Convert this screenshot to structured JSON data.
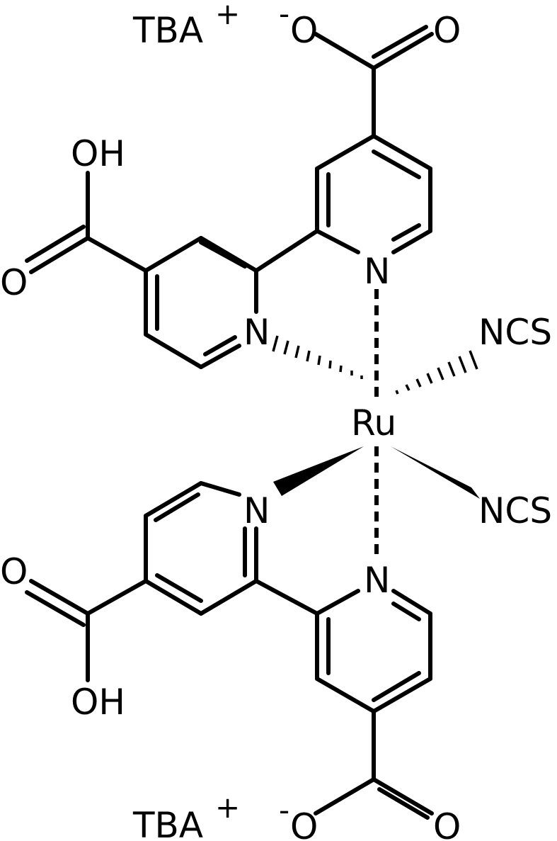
{
  "metal": "Ru",
  "counterions": {
    "top": {
      "cation": "TBA",
      "cation_charge": "+",
      "anion_charge": "-",
      "anion_atom": "O",
      "carbonyl_atom": "O"
    },
    "bottom": {
      "cation": "TBA",
      "cation_charge": "+",
      "anion_charge": "-",
      "anion_atom": "O",
      "carbonyl_atom": "O"
    }
  },
  "ligands": {
    "upper_bipyridine": {
      "n_left": "N",
      "n_right": "N",
      "acid_oh": "OH",
      "acid_o": "O"
    },
    "lower_bipyridine": {
      "n_left": "N",
      "n_right": "N",
      "acid_oh": "OH",
      "acid_o": "O"
    },
    "thiocyanate_upper": "NCS",
    "thiocyanate_lower": "NCS"
  },
  "colors": {
    "ink": "#000000",
    "background": "#ffffff"
  }
}
